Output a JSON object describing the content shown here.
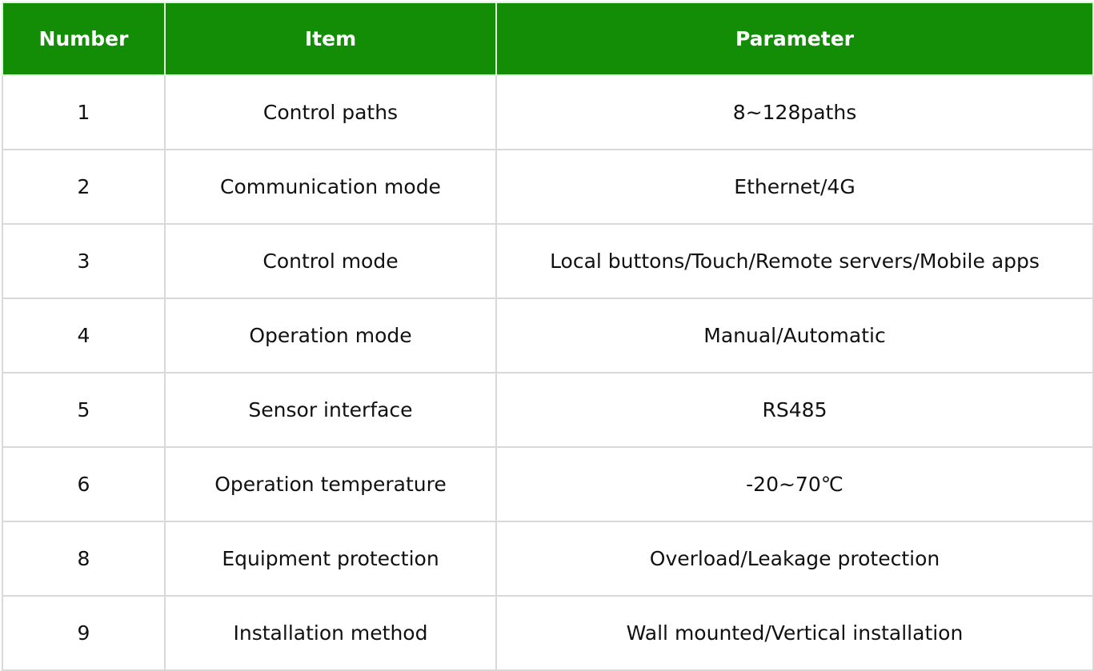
{
  "table": {
    "headers": [
      "Number",
      "Item",
      "Parameter"
    ],
    "rows": [
      [
        "1",
        "Control paths",
        "8~128paths"
      ],
      [
        "2",
        "Communication mode",
        "Ethernet/4G"
      ],
      [
        "3",
        "Control mode",
        "Local buttons/Touch/Remote servers/Mobile apps"
      ],
      [
        "4",
        "Operation mode",
        "Manual/Automatic"
      ],
      [
        "5",
        "Sensor interface",
        "RS485"
      ],
      [
        "6",
        "Operation temperature",
        "-20~70℃"
      ],
      [
        "8",
        "Equipment protection",
        "Overload/Leakage protection"
      ],
      [
        "9",
        "Installation method",
        "Wall mounted/Vertical installation"
      ]
    ]
  },
  "colors": {
    "header_background": "#138c06",
    "header_text": "#ffffff",
    "grid_line": "#d9d9d9"
  }
}
